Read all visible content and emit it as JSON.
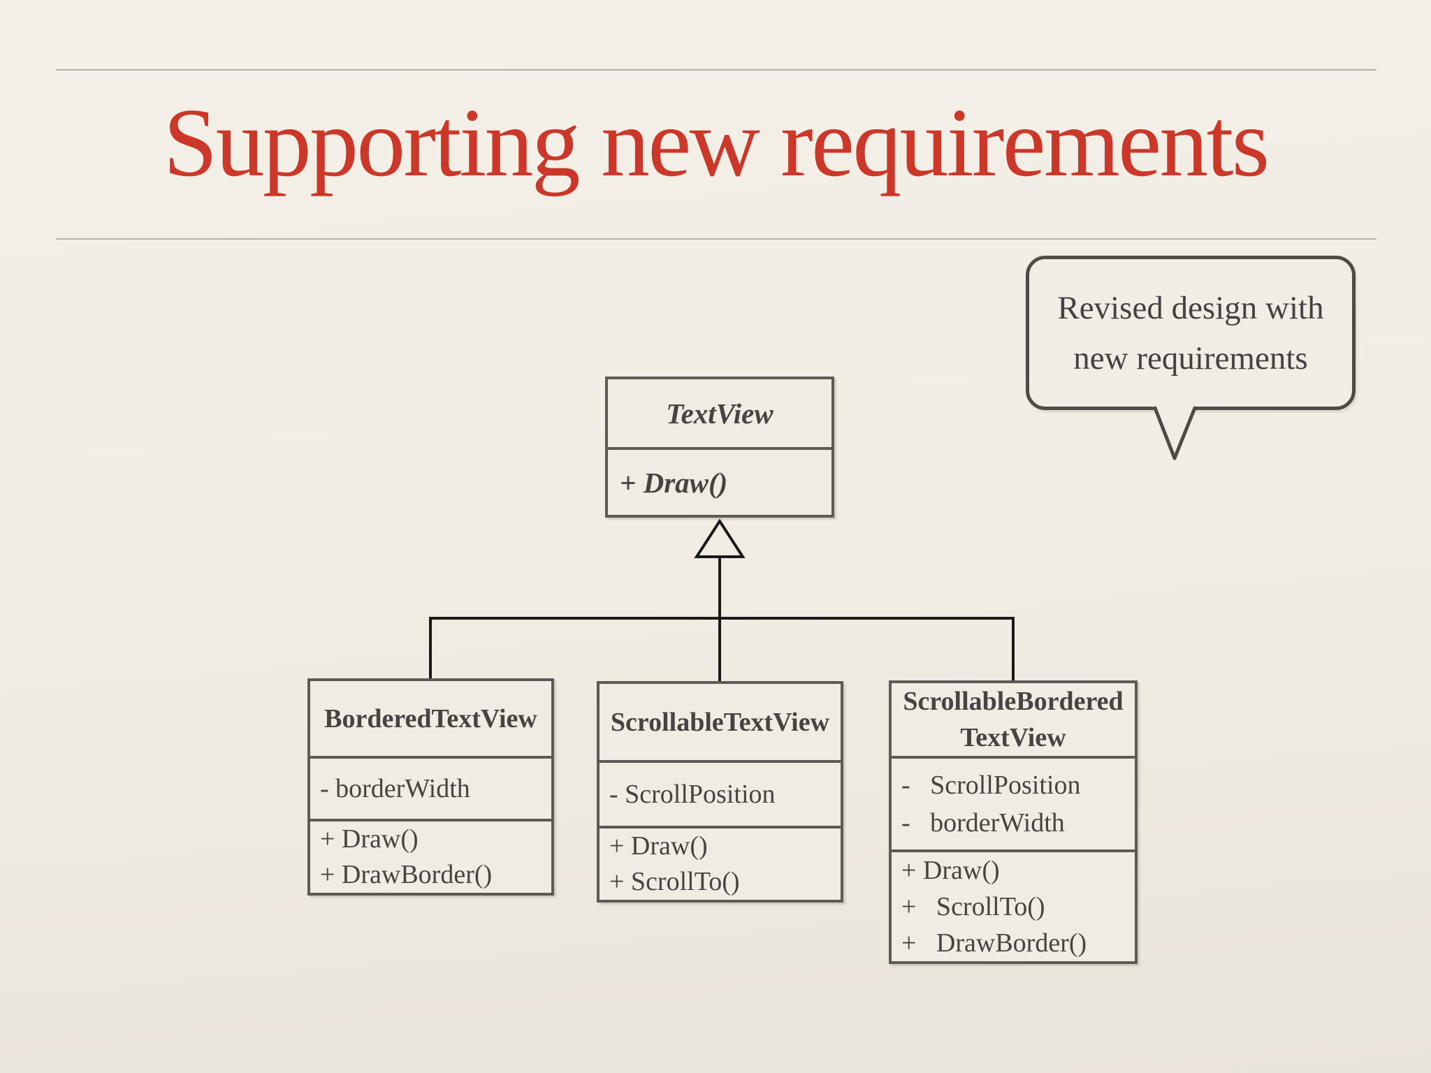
{
  "slide": {
    "title": "Supporting new requirements",
    "callout": {
      "text": "Revised design with\nnew requirements"
    },
    "diagram": {
      "parent": {
        "name": "TextView",
        "methods": [
          "+ Draw()"
        ]
      },
      "children": [
        {
          "name": "BorderedTextView",
          "attrs": [
            "- borderWidth"
          ],
          "methods": [
            "+ Draw()",
            "+ DrawBorder()"
          ]
        },
        {
          "name": "ScrollableTextView",
          "attrs": [
            "- ScrollPosition"
          ],
          "methods": [
            "+ Draw()",
            "+ ScrollTo()"
          ]
        },
        {
          "name": "ScrollableBordered\nTextView",
          "attrs": [
            "-   ScrollPosition",
            "-   borderWidth"
          ],
          "methods": [
            "+ Draw()",
            "+   ScrollTo()",
            "+   DrawBorder()"
          ]
        }
      ]
    },
    "colors": {
      "title_red": "#cb382a",
      "background": "#f1ede4",
      "box_border": "#5e5955",
      "box_text": "#474340",
      "connector_black": "#1b1918",
      "callout_border": "#4e4a46",
      "rule_gray": "#b5afa4"
    }
  }
}
